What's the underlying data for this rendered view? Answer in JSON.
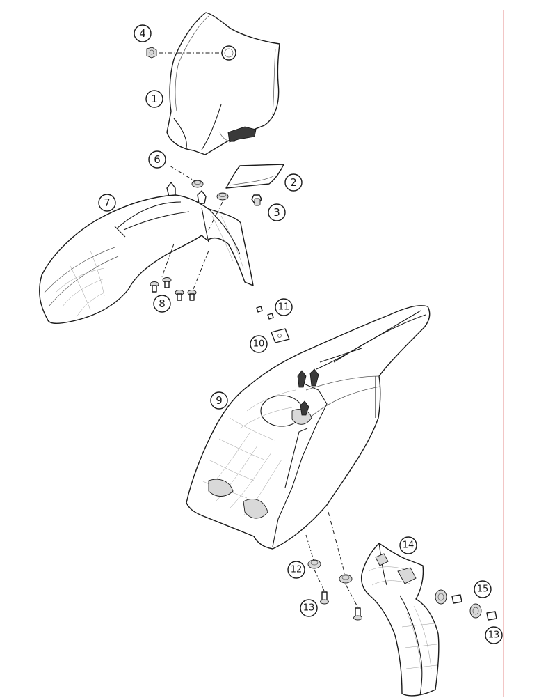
{
  "callouts": [
    {
      "id": "c1",
      "label": "1"
    },
    {
      "id": "c2",
      "label": "2"
    },
    {
      "id": "c3",
      "label": "3"
    },
    {
      "id": "c4",
      "label": "4"
    },
    {
      "id": "c6",
      "label": "6"
    },
    {
      "id": "c7",
      "label": "7"
    },
    {
      "id": "c8",
      "label": "8"
    },
    {
      "id": "c9",
      "label": "9"
    },
    {
      "id": "c10",
      "label": "10"
    },
    {
      "id": "c11",
      "label": "11"
    },
    {
      "id": "c12",
      "label": "12"
    },
    {
      "id": "c13a",
      "label": "13"
    },
    {
      "id": "c13b",
      "label": "13"
    },
    {
      "id": "c14",
      "label": "14"
    },
    {
      "id": "c15",
      "label": "15"
    }
  ],
  "colors": {
    "line": "#1a1a1a",
    "page_edge": "#e8a0a0",
    "background": "#ffffff"
  }
}
